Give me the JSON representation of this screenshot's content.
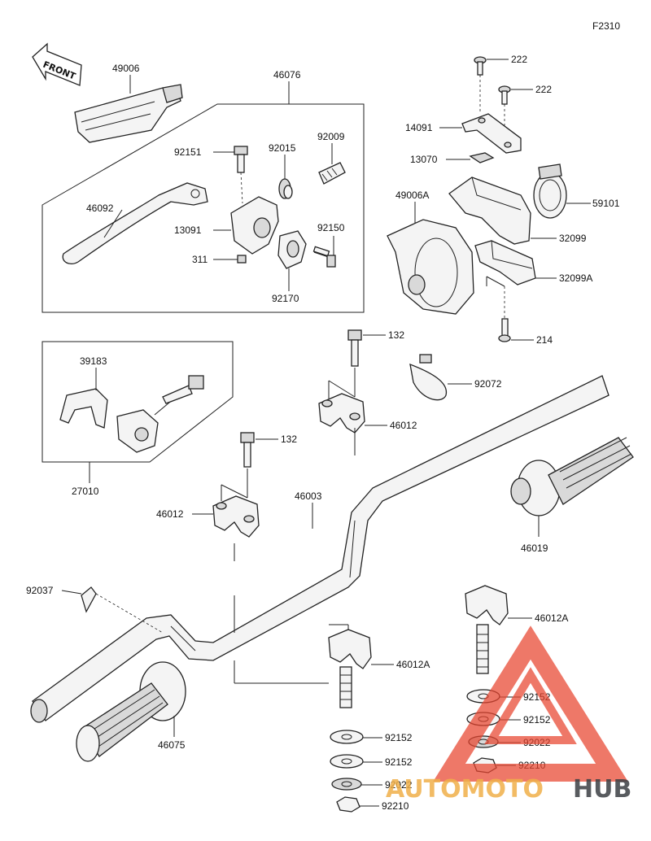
{
  "figure_code": "F2310",
  "front_label": "FRONT",
  "watermark": {
    "text_a": "AUTOMOTO",
    "text_b": "HUB",
    "color_a": "#f0b04a",
    "color_b": "#3b3f44",
    "logo_color": "#e8452f"
  },
  "callouts": {
    "c49006": "49006",
    "c46076": "46076",
    "c92009": "92009",
    "c92151": "92151",
    "c92015": "92015",
    "c46092": "46092",
    "c13091": "13091",
    "c92150": "92150",
    "c311": "311",
    "c92170": "92170",
    "c222a": "222",
    "c222b": "222",
    "c14091": "14091",
    "c13070": "13070",
    "c49006A": "49006A",
    "c59101": "59101",
    "c32099": "32099",
    "c32099A": "32099A",
    "c214": "214",
    "c39183": "39183",
    "c27010": "27010",
    "c132a": "132",
    "c92072": "92072",
    "c46012a": "46012",
    "c132b": "132",
    "c46003": "46003",
    "c46012b": "46012",
    "c46019": "46019",
    "c92037": "92037",
    "c46012Aa": "46012A",
    "c46012Ab": "46012A",
    "c46075": "46075",
    "c92152a": "92152",
    "c92152b": "92152",
    "c92022a": "92022",
    "c92210a": "92210",
    "c92152c": "92152",
    "c92152d": "92152",
    "c92022b": "92022",
    "c92210b": "92210"
  }
}
